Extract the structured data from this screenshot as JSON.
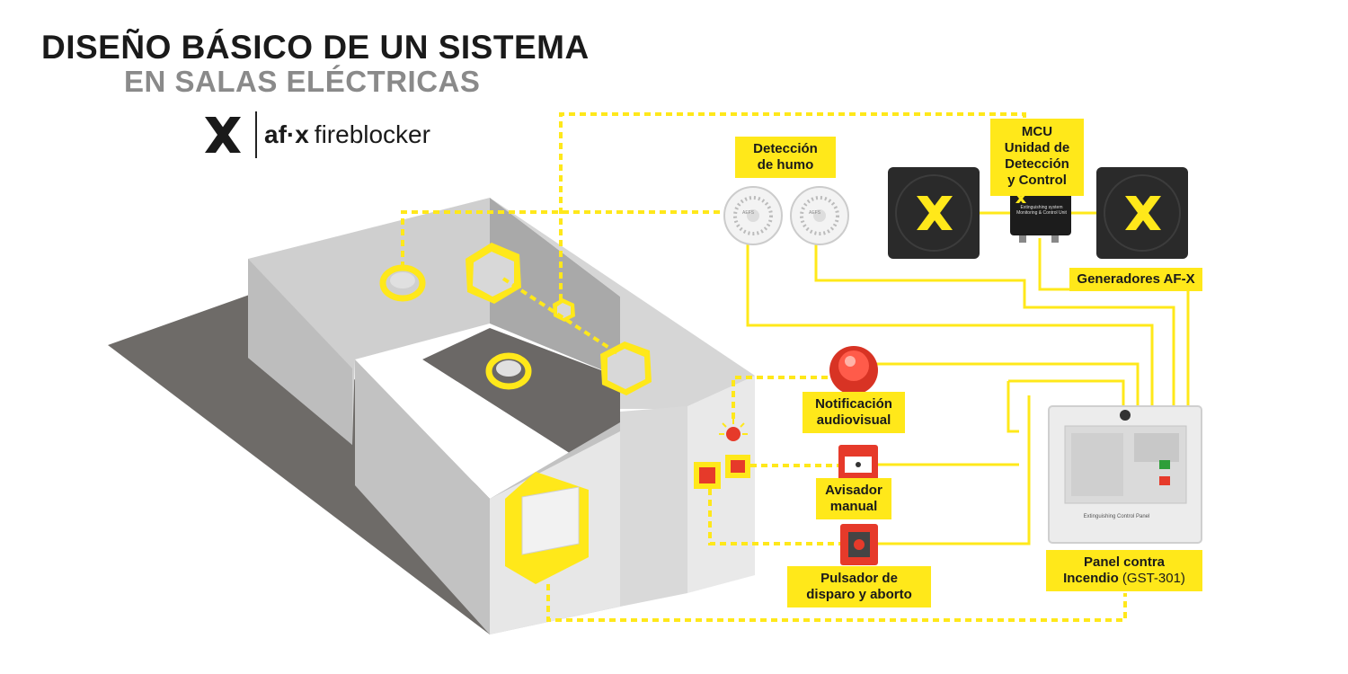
{
  "header": {
    "title_line1": "DISEÑO BÁSICO DE UN SISTEMA",
    "title_line2": "EN SALAS ELÉCTRICAS"
  },
  "brand": {
    "mark": "af·x",
    "name": "fireblocker"
  },
  "labels": {
    "smoke_detection": [
      "Detección",
      "de humo"
    ],
    "mcu": [
      "MCU",
      "Unidad de",
      "Detección",
      "y Control"
    ],
    "generators": "Generadores AF-X",
    "notification": [
      "Notificación",
      "audiovisual"
    ],
    "manual_call": [
      "Avisador",
      "manual"
    ],
    "trigger_abort": [
      "Pulsador de",
      "disparo y aborto"
    ],
    "panel_line1": "Panel contra",
    "panel_line2_bold": "Incendio",
    "panel_line2_model": "(GST-301)"
  },
  "devices": {
    "mcu_box_text": [
      "Extinguishing system",
      "Monitoring & Control Unit"
    ],
    "panel_caption": "Extinguishing Control Panel",
    "smoke_detector_text": "AEFS"
  },
  "colors": {
    "accent_yellow": "#ffe81a",
    "title_dark": "#1a1a1a",
    "title_grey": "#8a8a8a",
    "alarm_red": "#e63a2a"
  }
}
